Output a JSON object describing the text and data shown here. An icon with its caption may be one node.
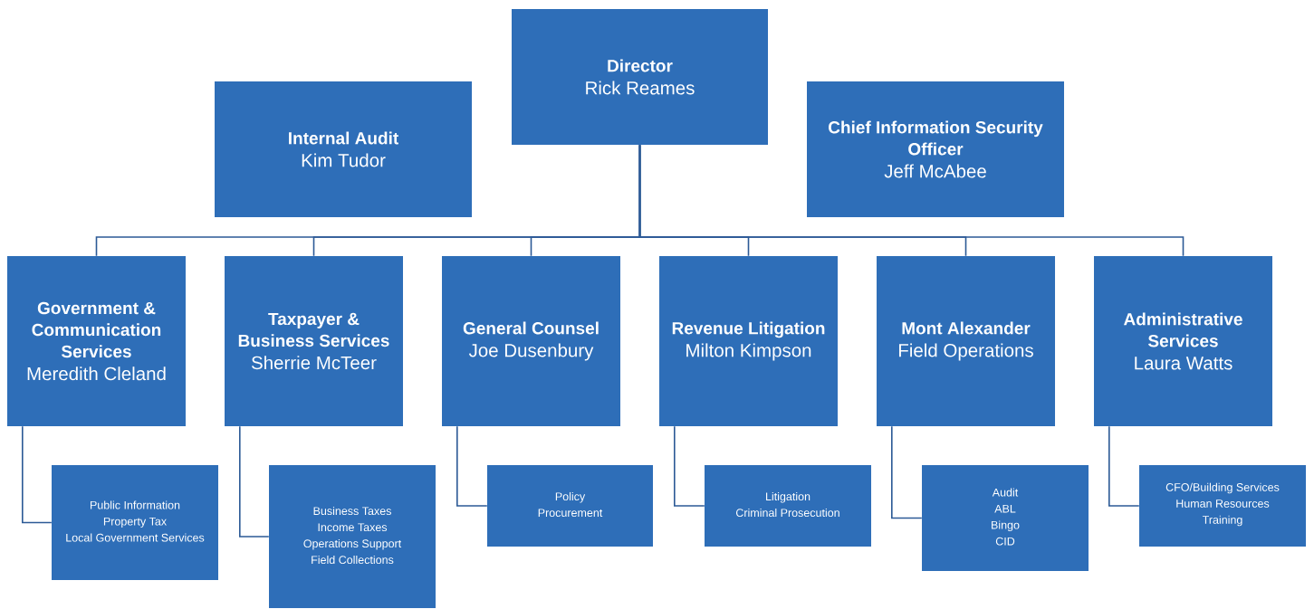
{
  "diagram": {
    "nodes": [
      {
        "text": [
          "Director",
          "Rick Reames"
        ]
      },
      {
        "text": [
          "Internal Audit",
          "Kim Tudor"
        ]
      },
      {
        "text": [
          "Chief Information Security Officer",
          "Jeff McAbee"
        ]
      },
      {
        "text": [
          "Government & Communication Services",
          "Meredith Cleland"
        ]
      },
      {
        "text": [
          "Taxpayer & Business Services",
          "Sherrie McTeer"
        ]
      },
      {
        "text": [
          "General Counsel",
          "Joe Dusenbury"
        ]
      },
      {
        "text": [
          "Revenue Litigation",
          "Milton Kimpson"
        ]
      },
      {
        "text": [
          "Mont Alexander",
          "Field Operations"
        ]
      },
      {
        "text": [
          "Administrative Services",
          "Laura Watts"
        ]
      },
      {
        "text": [
          "Public Information",
          "Property Tax",
          "Local Government Services"
        ]
      },
      {
        "text": [
          "Business Taxes",
          "Income Taxes",
          "Operations Support",
          "Field Collections"
        ]
      },
      {
        "text": [
          "Policy",
          "Procurement"
        ]
      },
      {
        "text": [
          "Litigation",
          "Criminal Prosecution"
        ]
      },
      {
        "text": [
          "Audit",
          "ABL",
          "Bingo",
          "CID"
        ]
      },
      {
        "text": [
          "CFO/Building Services",
          "Human Resources",
          "Training"
        ]
      }
    ],
    "edges": [
      {
        "from": 0,
        "to": 3,
        "arrow": "none"
      },
      {
        "from": 0,
        "to": 4,
        "arrow": "none"
      },
      {
        "from": 0,
        "to": 5,
        "arrow": "none"
      },
      {
        "from": 0,
        "to": 6,
        "arrow": "none"
      },
      {
        "from": 0,
        "to": 7,
        "arrow": "none"
      },
      {
        "from": 0,
        "to": 8,
        "arrow": "none"
      },
      {
        "from": 3,
        "to": 9,
        "arrow": "none"
      },
      {
        "from": 4,
        "to": 10,
        "arrow": "none"
      },
      {
        "from": 5,
        "to": 11,
        "arrow": "none"
      },
      {
        "from": 6,
        "to": 12,
        "arrow": "none"
      },
      {
        "from": 7,
        "to": 13,
        "arrow": "none"
      },
      {
        "from": 8,
        "to": 14,
        "arrow": "none"
      }
    ]
  }
}
